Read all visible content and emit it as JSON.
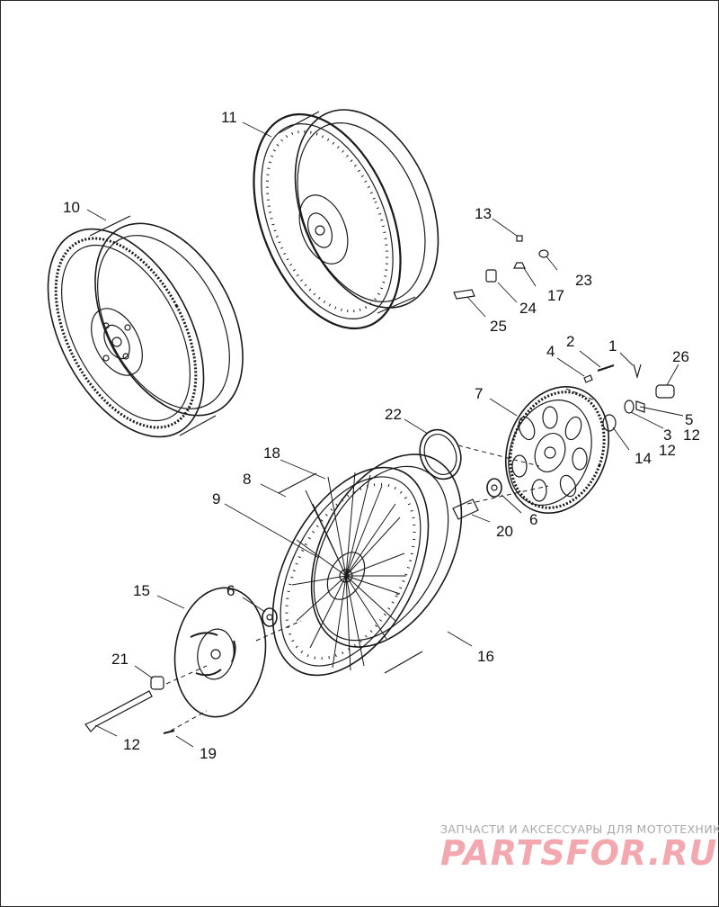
{
  "callouts": {
    "c1": "1",
    "c2": "2",
    "c3": "3",
    "c4": "4",
    "c5": "5",
    "c6a": "6",
    "c6b": "6",
    "c7": "7",
    "c8": "8",
    "c9": "9",
    "c10": "10",
    "c11": "11",
    "c12a": "12",
    "c12b": "12",
    "c12c": "12",
    "c13": "13",
    "c14": "14",
    "c15": "15",
    "c16": "16",
    "c17": "17",
    "c18": "18",
    "c19": "19",
    "c20": "20",
    "c21": "21",
    "c22": "22",
    "c23": "23",
    "c24": "24",
    "c25": "25",
    "c26": "26"
  },
  "watermark": {
    "caption": "ЗАПЧАСТИ И АКСЕССУАРЫ ДЛЯ МОТОТЕХНИКИ",
    "brand": "PARTSFOR.RU"
  },
  "colors": {
    "line": "#1a1a1a",
    "watermark_gray": "#a8a8a8",
    "watermark_brand": "#f2a8ae"
  }
}
